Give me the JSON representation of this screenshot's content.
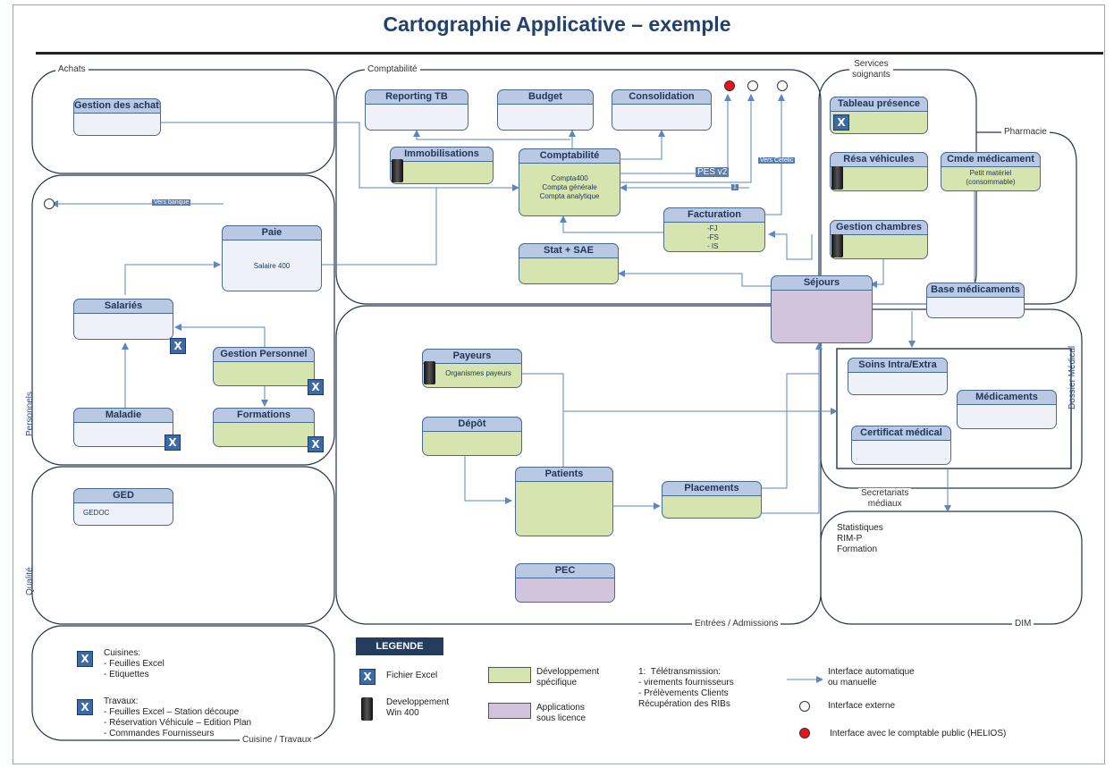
{
  "title": "Cartographie Applicative – exemple",
  "zones": {
    "achats": "Achats",
    "comptabilite": "Comptabilité",
    "services_soignants": "Services\nsoignants",
    "pharmacie": "Pharmacie",
    "personnels": "Personnels",
    "qualite": "Qualité",
    "entrees": "Entrées / Admissions",
    "dossier_medical": "Dossier Médical",
    "secretariats": "Secretariats\nmédiaux",
    "dim": "DIM",
    "cuisine": "Cuisine / Travaux"
  },
  "boxes": {
    "gestion_achats": {
      "title": "Gestion des achats"
    },
    "reporting_tb": {
      "title": "Reporting TB"
    },
    "budget": {
      "title": "Budget"
    },
    "consolidation": {
      "title": "Consolidation"
    },
    "immobilisations": {
      "title": "Immobilisations"
    },
    "comptabilite": {
      "title": "Comptabilité",
      "body": "Compta400\nCompta générale\nCompta analytique"
    },
    "facturation": {
      "title": "Facturation",
      "body": "-FJ\n-FS\n- IS"
    },
    "stat_sae": {
      "title": "Stat + SAE"
    },
    "paie": {
      "title": "Paie",
      "body": "Salaire 400"
    },
    "salaries": {
      "title": "Salariés"
    },
    "gestion_personnel": {
      "title": "Gestion Personnel"
    },
    "maladie": {
      "title": "Maladie"
    },
    "formations": {
      "title": "Formations"
    },
    "ged": {
      "title": "GED",
      "body": "GEDOC"
    },
    "tableau_presence": {
      "title": "Tableau présence"
    },
    "resa_vehicules": {
      "title": "Résa véhicules"
    },
    "cmde_medicament": {
      "title": "Cmde médicament",
      "body": "Petit matériel\n(consommable)"
    },
    "gestion_chambres": {
      "title": "Gestion chambres"
    },
    "sejours": {
      "title": "Séjours"
    },
    "base_medicaments": {
      "title": "Base médicaments"
    },
    "payeurs": {
      "title": "Payeurs",
      "body": "Organismes payeurs"
    },
    "depot": {
      "title": "Dépôt"
    },
    "patients": {
      "title": "Patients"
    },
    "placements": {
      "title": "Placements"
    },
    "pec": {
      "title": "PEC"
    },
    "soins": {
      "title": "Soins Intra/Extra"
    },
    "medicaments": {
      "title": "Médicaments"
    },
    "certificat": {
      "title": "Certificat médical"
    }
  },
  "link_labels": {
    "vers_banque": "Vers banque",
    "pes_v2": "PES v2",
    "vers_cetelic": "Vers Cetelic",
    "num_1": "1"
  },
  "dim_text": "Statistiques\nRIM-P\nFormation",
  "cuisine_text": {
    "cuisines": "Cuisines:\n- Feuilles Excel\n- Etiquettes",
    "travaux": "Travaux:\n- Feuilles Excel – Station découpe\n- Réservation Véhicule – Edition Plan\n- Commandes Fournisseurs"
  },
  "legend": {
    "title": "LEGENDE",
    "fichier_excel": "Fichier Excel",
    "dev_win400": "Developpement\nWin 400",
    "dev_specifique": "Développement\nspécifique",
    "applications_licence": "Applications\nsous licence",
    "teletrans": "1:  Télétransmission:\n- virements fournisseurs\n- Prélèvements Clients\nRécupération des RIBs",
    "interface_auto": "Interface automatique\nou manuelle",
    "interface_externe": "Interface externe",
    "interface_helios": "Interface avec le comptable public (HELIOS)"
  },
  "colors": {
    "specifique": "#d6e4b0",
    "licence": "#d2c4dc",
    "header": "#b9c9e3",
    "helios_dot": "#e8141b",
    "arrow": "#5a86c4"
  }
}
